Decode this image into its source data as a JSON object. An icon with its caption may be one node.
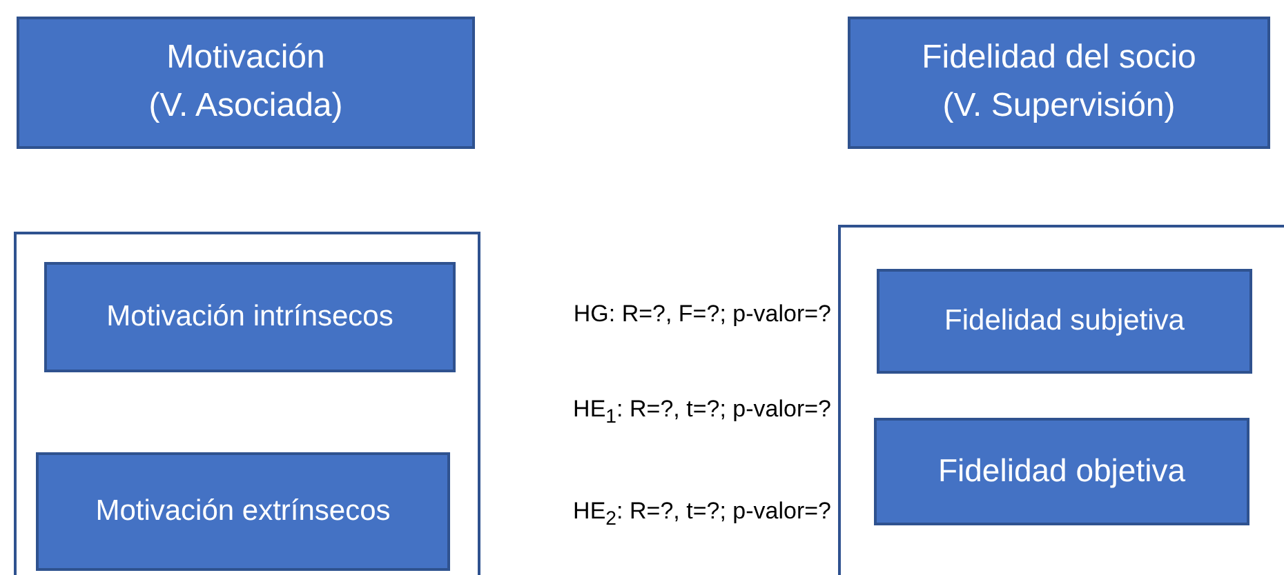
{
  "diagram": {
    "nodes": [
      {
        "text": [
          "Motivación (V. Asociada)"
        ]
      },
      {
        "text": [
          "Fidelidad del socio (V. Supervisión)"
        ]
      },
      {
        "text": [],
        "shape": "box"
      },
      {
        "text": [
          "Motivación intrínsecos"
        ],
        "in": 2
      },
      {
        "text": [
          "Motivación extrínsecos"
        ],
        "in": 2
      },
      {
        "text": [],
        "shape": "box"
      },
      {
        "text": [
          "Fidelidad subjetiva"
        ],
        "in": 5
      },
      {
        "text": [
          "Fidelidad objetiva"
        ],
        "in": 5
      }
    ],
    "labels": [
      "HG: R=?, F=?; p-valor=?",
      "HE$_{1}$: R=?, t=?; p-valor=?",
      "HE$_{2}$: R=?, t=?; p-valor=?"
    ]
  }
}
